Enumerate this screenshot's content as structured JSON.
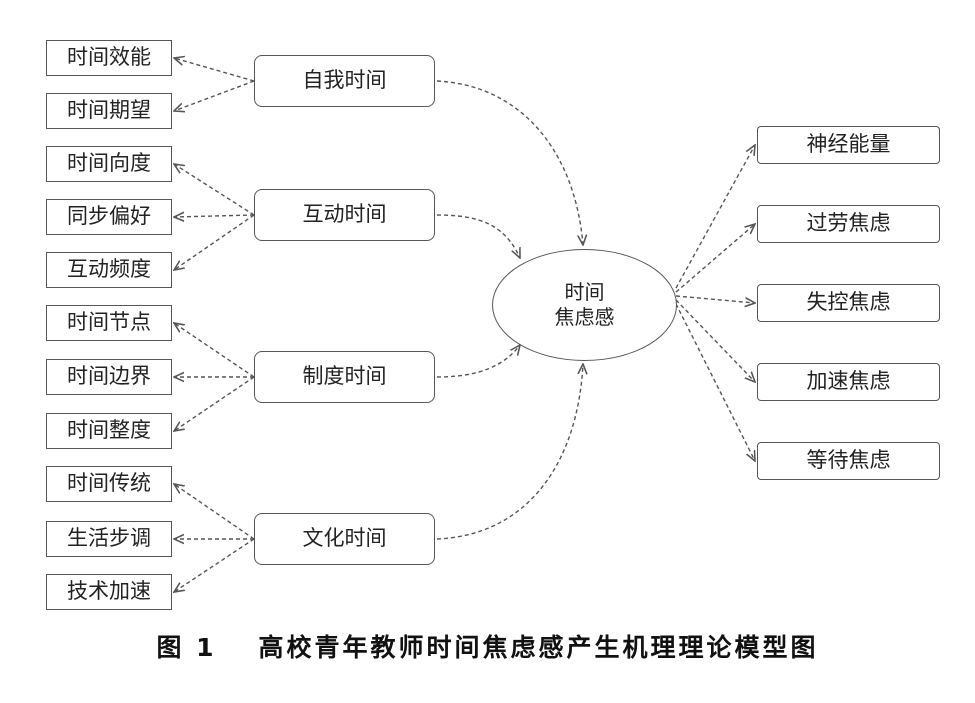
{
  "diagram": {
    "center": {
      "line1": "时间",
      "line2": "焦虑感"
    },
    "groups": [
      {
        "label": "自我时间",
        "children": [
          "时间效能",
          "时间期望"
        ]
      },
      {
        "label": "互动时间",
        "children": [
          "时间向度",
          "同步偏好",
          "互动频度"
        ]
      },
      {
        "label": "制度时间",
        "children": [
          "时间节点",
          "时间边界",
          "时间整度"
        ]
      },
      {
        "label": "文化时间",
        "children": [
          "时间传统",
          "生活步调",
          "技术加速"
        ]
      }
    ],
    "outcomes": [
      "神经能量",
      "过劳焦虑",
      "失控焦虑",
      "加速焦虑",
      "等待焦虑"
    ],
    "caption": {
      "figure": "图 1",
      "title": "高校青年教师时间焦虑感产生机理理论模型图"
    }
  },
  "colors": {
    "line": "#555555",
    "text": "#222222"
  }
}
